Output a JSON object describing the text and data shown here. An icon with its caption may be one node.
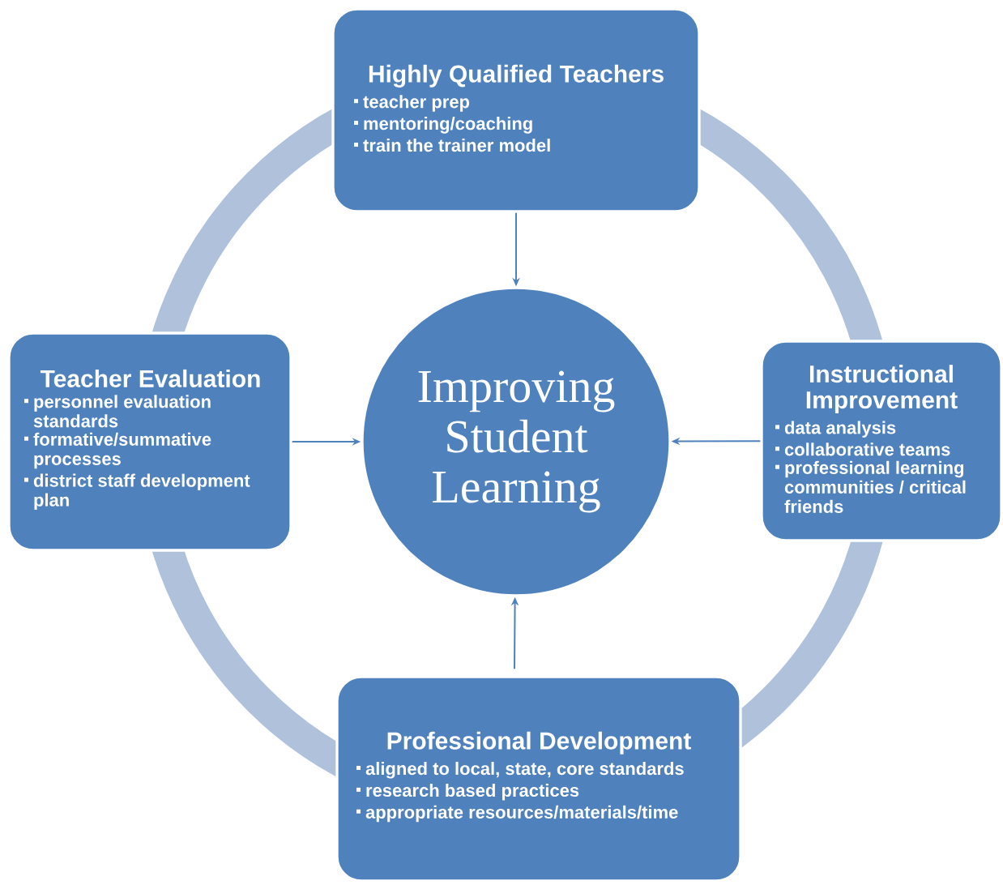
{
  "diagram": {
    "nodes": [
      {
        "text": [
          "Highly Qualified Teachers",
          "teacher prep",
          "mentoring/coaching",
          "train the trainer model"
        ]
      },
      {
        "text": [
          "Teacher Evaluation",
          "personnel evaluation standards",
          "formative/summative processes",
          "district staff development plan"
        ]
      },
      {
        "text": [
          "Improving Student Learning"
        ]
      },
      {
        "text": [
          "Instructional Improvement",
          "data analysis",
          "collaborative teams",
          "professional learning communities / critical friends"
        ]
      },
      {
        "text": [
          "Professional Development",
          "aligned to local, state, core standards",
          "research based practices",
          "appropriate resources/materials/time"
        ]
      }
    ],
    "edges": [
      {
        "from": 0,
        "to": 2,
        "arrow": "to"
      },
      {
        "from": 1,
        "to": 2,
        "arrow": "to"
      },
      {
        "from": 3,
        "to": 2,
        "arrow": "to"
      },
      {
        "from": 4,
        "to": 2,
        "arrow": "to"
      }
    ]
  }
}
